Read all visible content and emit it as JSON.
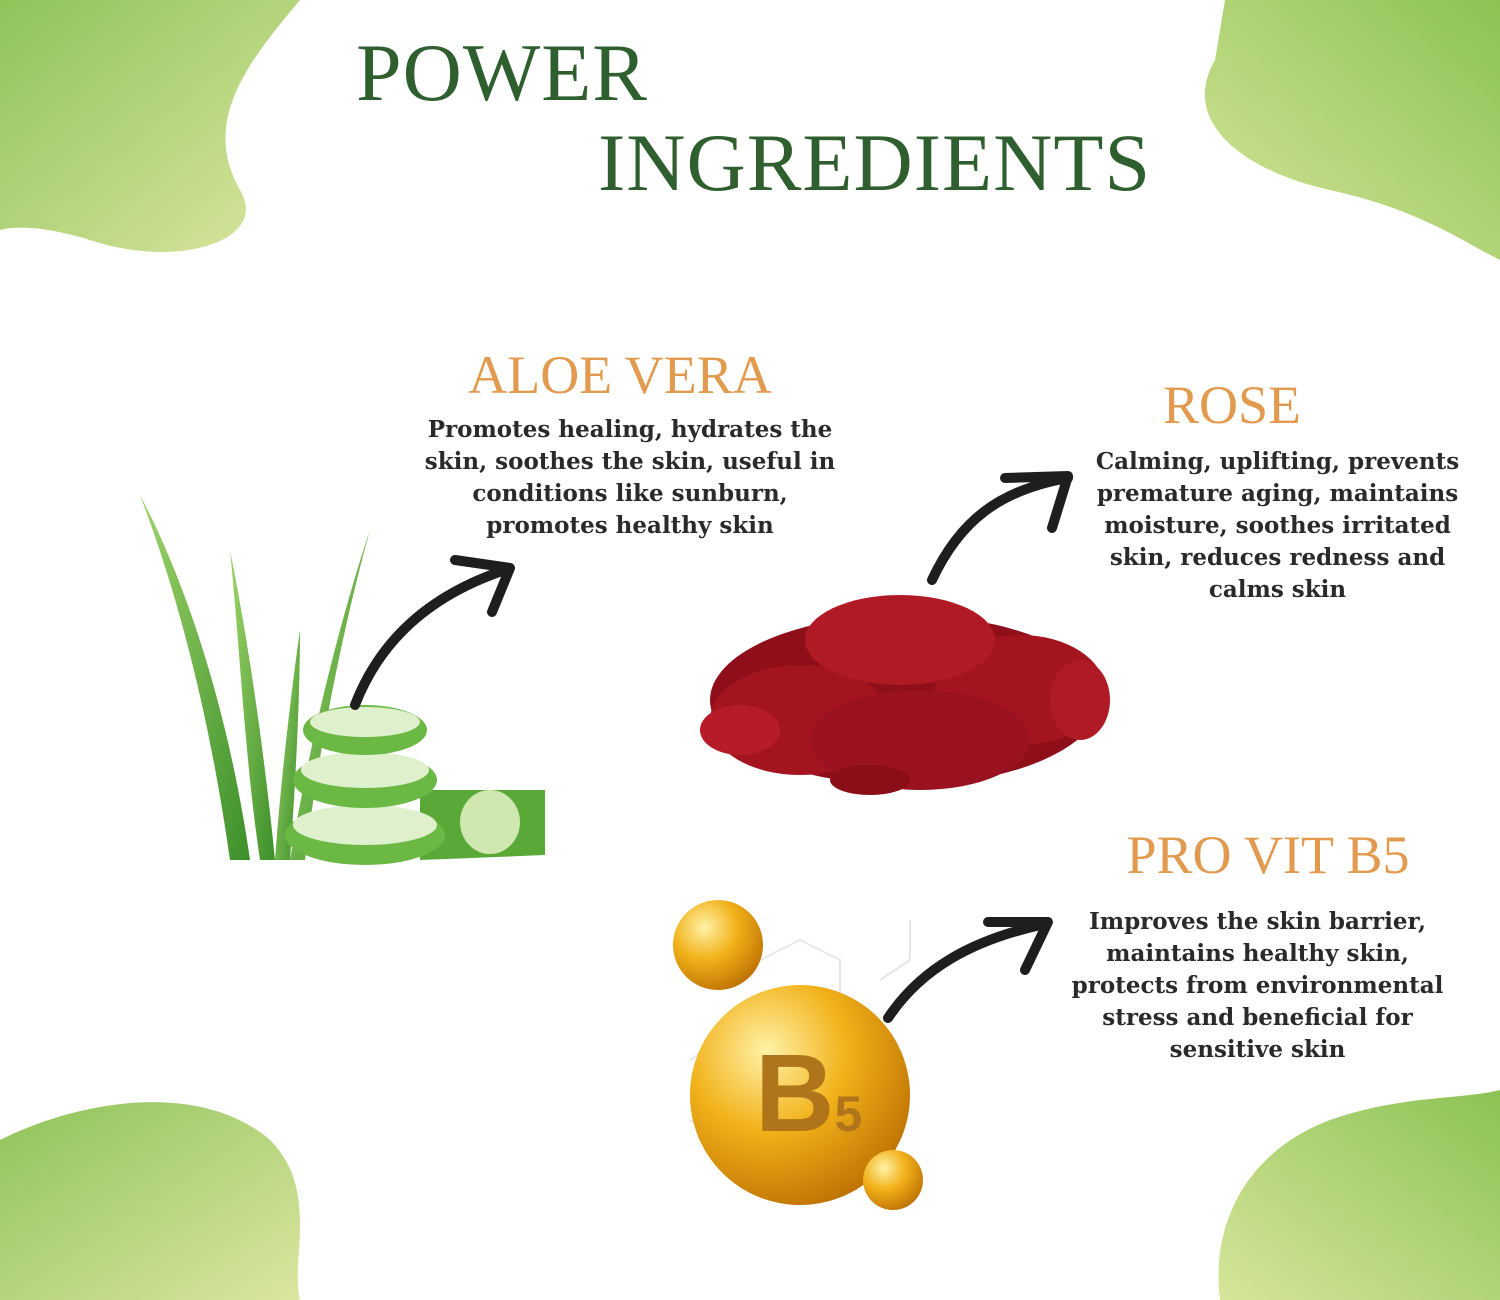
{
  "title": {
    "line1": "POWER",
    "line2": "INGREDIENTS"
  },
  "ingredients": [
    {
      "name": "ALOE VERA",
      "description": "Promotes healing, hydrates the skin, soothes the skin, useful in conditions like sunburn, promotes healthy skin"
    },
    {
      "name": "ROSE",
      "description": "Calming, uplifting, prevents premature aging, maintains moisture, soothes irritated skin, reduces redness and calms skin"
    },
    {
      "name": "PRO VIT B5",
      "description": "Improves the skin barrier, maintains healthy skin, protects from environmental stress and beneficial for sensitive skin"
    }
  ],
  "vitamin_badge": {
    "letter": "B",
    "number": "5"
  },
  "colors": {
    "title": "#2f5f2f",
    "heading": "#e29a4f",
    "text": "#2a2a2a",
    "blob": "#a9cf6a"
  }
}
